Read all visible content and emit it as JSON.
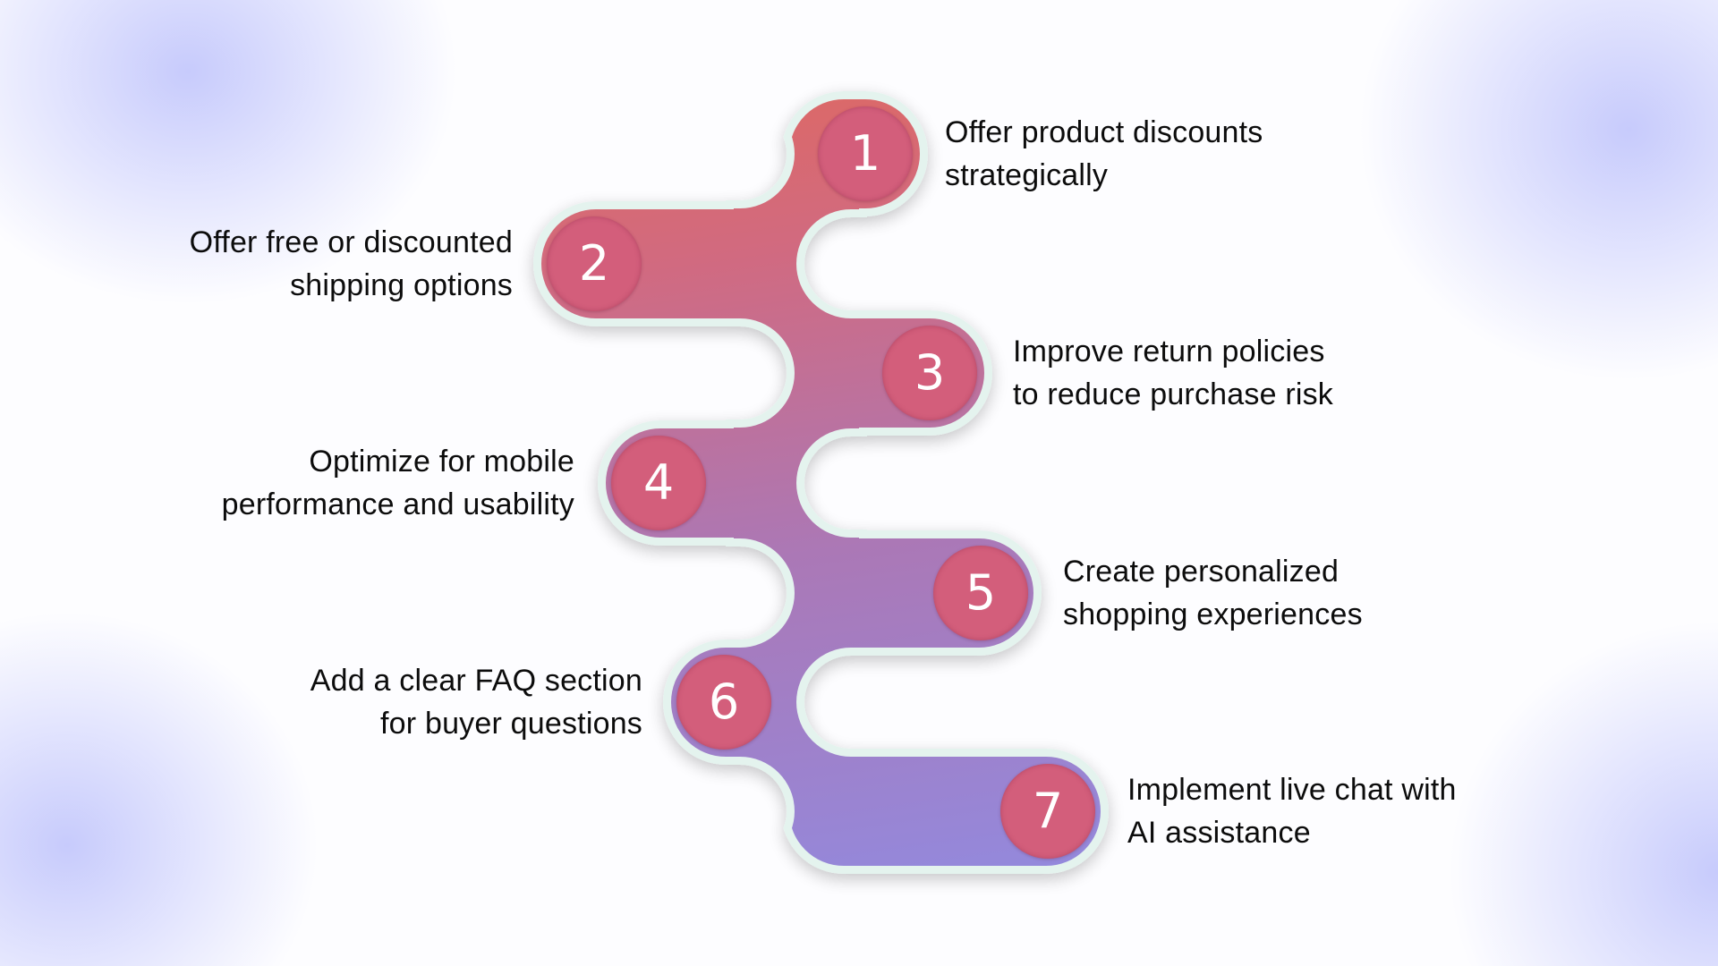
{
  "colors": {
    "gradient_top": "#ea6748",
    "gradient_bottom": "#9389dd",
    "outline": "#e4f3ee",
    "badge": "#d35e7b",
    "badge_text": "#ffffff",
    "text": "#0c0c0c",
    "background_blob": "#cdd0fd"
  },
  "steps": [
    {
      "number": "1",
      "side": "right",
      "lines": [
        "Offer product discounts",
        "strategically"
      ]
    },
    {
      "number": "2",
      "side": "left",
      "lines": [
        "Offer free or discounted",
        "shipping options"
      ]
    },
    {
      "number": "3",
      "side": "right",
      "lines": [
        "Improve return policies",
        "to reduce purchase risk"
      ]
    },
    {
      "number": "4",
      "side": "left",
      "lines": [
        "Optimize for mobile",
        "performance and usability"
      ]
    },
    {
      "number": "5",
      "side": "right",
      "lines": [
        "Create personalized",
        "shopping experiences"
      ]
    },
    {
      "number": "6",
      "side": "left",
      "lines": [
        "Add a clear FAQ section",
        "for buyer questions"
      ]
    },
    {
      "number": "7",
      "side": "right",
      "lines": [
        "Implement live chat with",
        "AI assistance"
      ]
    }
  ]
}
